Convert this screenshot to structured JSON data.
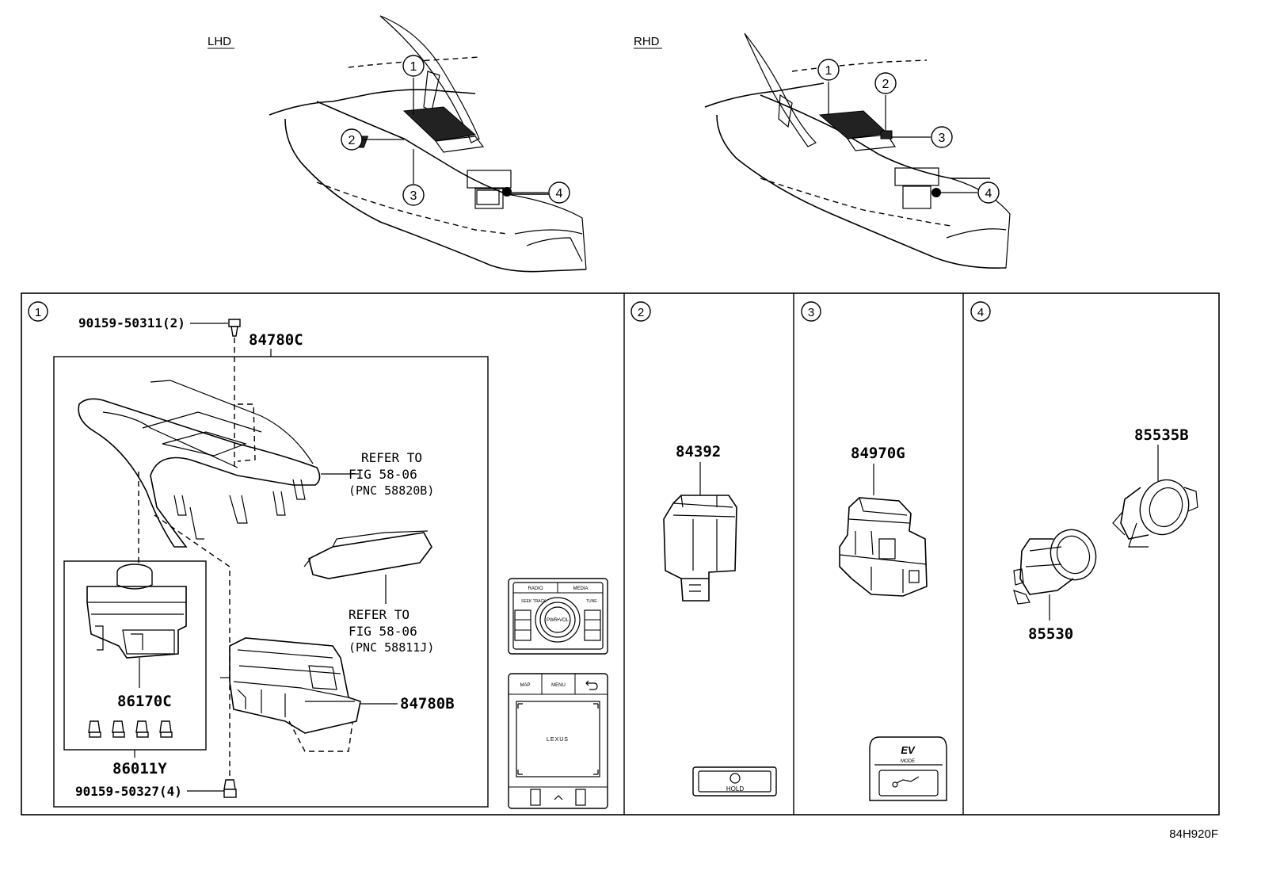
{
  "views": {
    "lhd_label": "LHD",
    "rhd_label": "RHD"
  },
  "callouts": [
    "1",
    "2",
    "3",
    "4"
  ],
  "sections": [
    {
      "number": "1"
    },
    {
      "number": "2",
      "part": "84392"
    },
    {
      "number": "3",
      "part": "84970G"
    },
    {
      "number": "4",
      "parts": [
        "85535B",
        "85530"
      ]
    }
  ],
  "section1": {
    "screw_top": "90159-50311(2)",
    "assembly": "84780C",
    "refer1": [
      "REFER TO",
      "FIG 58-06",
      "(PNC 58820B)"
    ],
    "refer2": [
      "REFER TO",
      "FIG 58-06",
      "(PNC 58811J)"
    ],
    "knob": "86170C",
    "switch_unit": "84780B",
    "kit": "86011Y",
    "screw_bottom": "90159-50327(4)"
  },
  "panel_top": {
    "radio": "RADIO",
    "media": "MEDIA",
    "seek": "SEEK\nTRACK",
    "tune": "TUNE",
    "pwr": "PWR•VOL"
  },
  "panel_bottom": {
    "map": "MAP",
    "menu": "MENU",
    "brand": "LEXUS"
  },
  "hold_label": "HOLD",
  "ev_label": "EV",
  "ev_mode": "MODE",
  "figure_code": "84H920F"
}
